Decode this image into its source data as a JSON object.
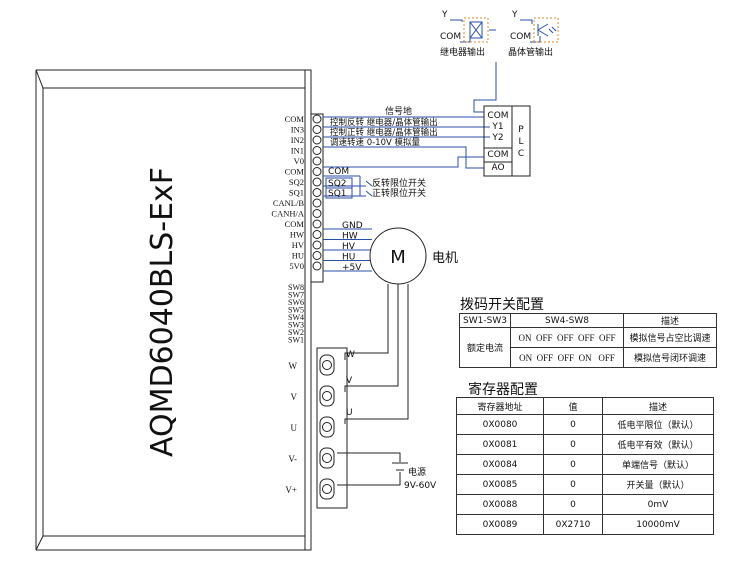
{
  "device": {
    "model": "AQMD6040BLS-ExF"
  },
  "outputs": {
    "relay": {
      "y": "Y",
      "com": "COM",
      "caption": "继电器输出"
    },
    "transistor": {
      "y": "Y",
      "com": "COM",
      "caption": "晶体管输出"
    }
  },
  "terminals_upper": [
    "COM",
    "IN3",
    "IN2",
    "IN1",
    "V0",
    "COM",
    "SQ2",
    "SQ1",
    "CANL/B",
    "CANH/A",
    "COM",
    "HW",
    "HV",
    "HU",
    "5V0"
  ],
  "switch_labels": [
    "SW8",
    "SW7",
    "SW6",
    "SW5",
    "SW4",
    "SW3",
    "SW2",
    "SW1"
  ],
  "power_terminals": [
    "W",
    "V",
    "U",
    "V-",
    "V+"
  ],
  "signal_labels": {
    "signal_ground": "信号地",
    "reverse": "控制反转  继电器/晶体管输出",
    "forward": "控制正转  继电器/晶体管输出",
    "speed": "调速转速  0-10V  模拟量",
    "com": "COM",
    "sq2": "SQ2",
    "sq2_desc": "反转限位开关",
    "sq1": "SQ1",
    "sq1_desc": "正转限位开关"
  },
  "plc": {
    "name_letters": [
      "P",
      "L",
      "C"
    ],
    "pins": [
      "COM",
      "Y1",
      "Y2",
      "COM",
      "AO"
    ]
  },
  "motor": {
    "symbol": "M",
    "label": "电机",
    "hall_wires": [
      "GND",
      "HW",
      "HV",
      "HU",
      "+5V"
    ],
    "phase_wires": [
      "W",
      "V",
      "U"
    ]
  },
  "power_supply": {
    "label": "电源",
    "range": "9V-60V"
  },
  "dip_table": {
    "title": "拨码开关配置",
    "headers": [
      "SW1-SW3",
      "SW4-SW8",
      "描述"
    ],
    "group": "额定电流",
    "rows": [
      {
        "setting": "ON  OFF  OFF  OFF  OFF",
        "desc": "模拟信号占空比调速"
      },
      {
        "setting": "ON  OFF  OFF  ON   OFF",
        "desc": "模拟信号闭环调速"
      }
    ]
  },
  "register_table": {
    "title": "寄存器配置",
    "headers": [
      "寄存器地址",
      "值",
      "描述"
    ],
    "rows": [
      {
        "addr": "0X0080",
        "value": "0",
        "desc": "低电平限位（默认）"
      },
      {
        "addr": "0X0081",
        "value": "0",
        "desc": "低电平有效（默认）"
      },
      {
        "addr": "0X0084",
        "value": "0",
        "desc": "单端信号（默认）"
      },
      {
        "addr": "0X0085",
        "value": "0",
        "desc": "开关量（默认）"
      },
      {
        "addr": "0X0088",
        "value": "0",
        "desc": "0mV"
      },
      {
        "addr": "0X0089",
        "value": "0X2710",
        "desc": "10000mV"
      }
    ]
  }
}
